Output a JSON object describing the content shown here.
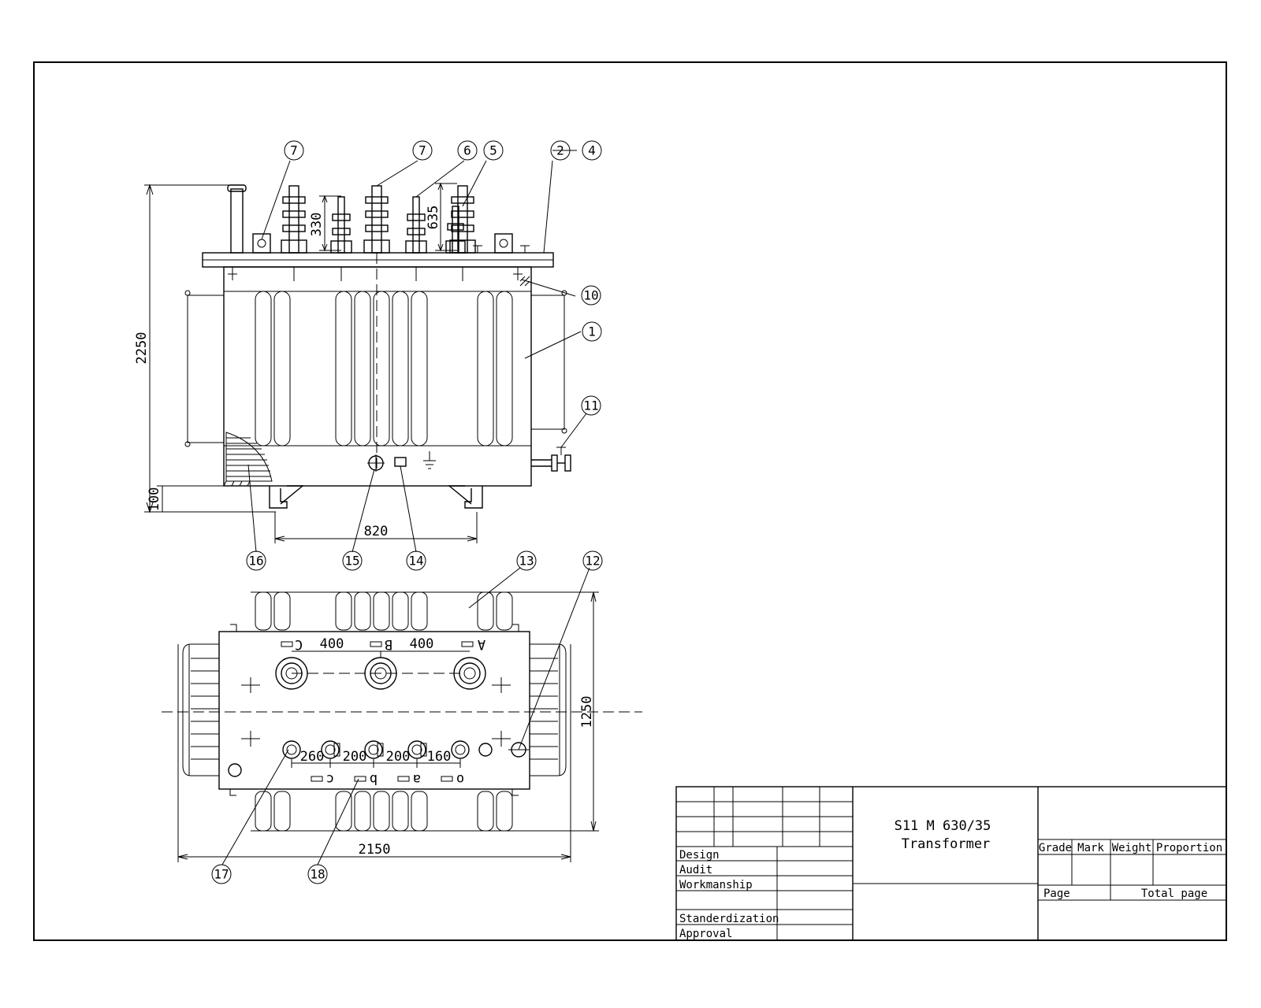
{
  "title_block": {
    "model": "S11 M 630/35",
    "name": "Transformer",
    "rows": [
      "Design",
      "Audit",
      "Workmanship",
      "",
      "Standerdization",
      "Approval"
    ],
    "columns": [
      "Grade",
      "Mark",
      "Weight",
      "Proportion"
    ],
    "page_label": "Page",
    "total_page_label": "Total page"
  },
  "dimensions": {
    "overall_height": "2250",
    "bushing_low": "330",
    "bushing_high": "635",
    "base_height": "100",
    "wheel_gauge": "820",
    "hv_spacing_1": "400",
    "hv_spacing_2": "400",
    "lv_spacing_1": "260",
    "lv_spacing_2": "200",
    "lv_spacing_3": "200",
    "lv_spacing_4": "160",
    "plan_depth": "1250",
    "plan_width": "2150"
  },
  "terminals": {
    "hv": [
      "C",
      "B",
      "A"
    ],
    "lv": [
      "c",
      "b",
      "a",
      "o"
    ]
  },
  "balloons": {
    "b7a": "7",
    "b7b": "7",
    "b6": "6",
    "b5": "5",
    "b2": "2",
    "b4": "4",
    "b10": "10",
    "b1": "1",
    "b11": "11",
    "b16": "16",
    "b15": "15",
    "b14": "14",
    "b13": "13",
    "b12": "12",
    "b17": "17",
    "b18": "18"
  }
}
